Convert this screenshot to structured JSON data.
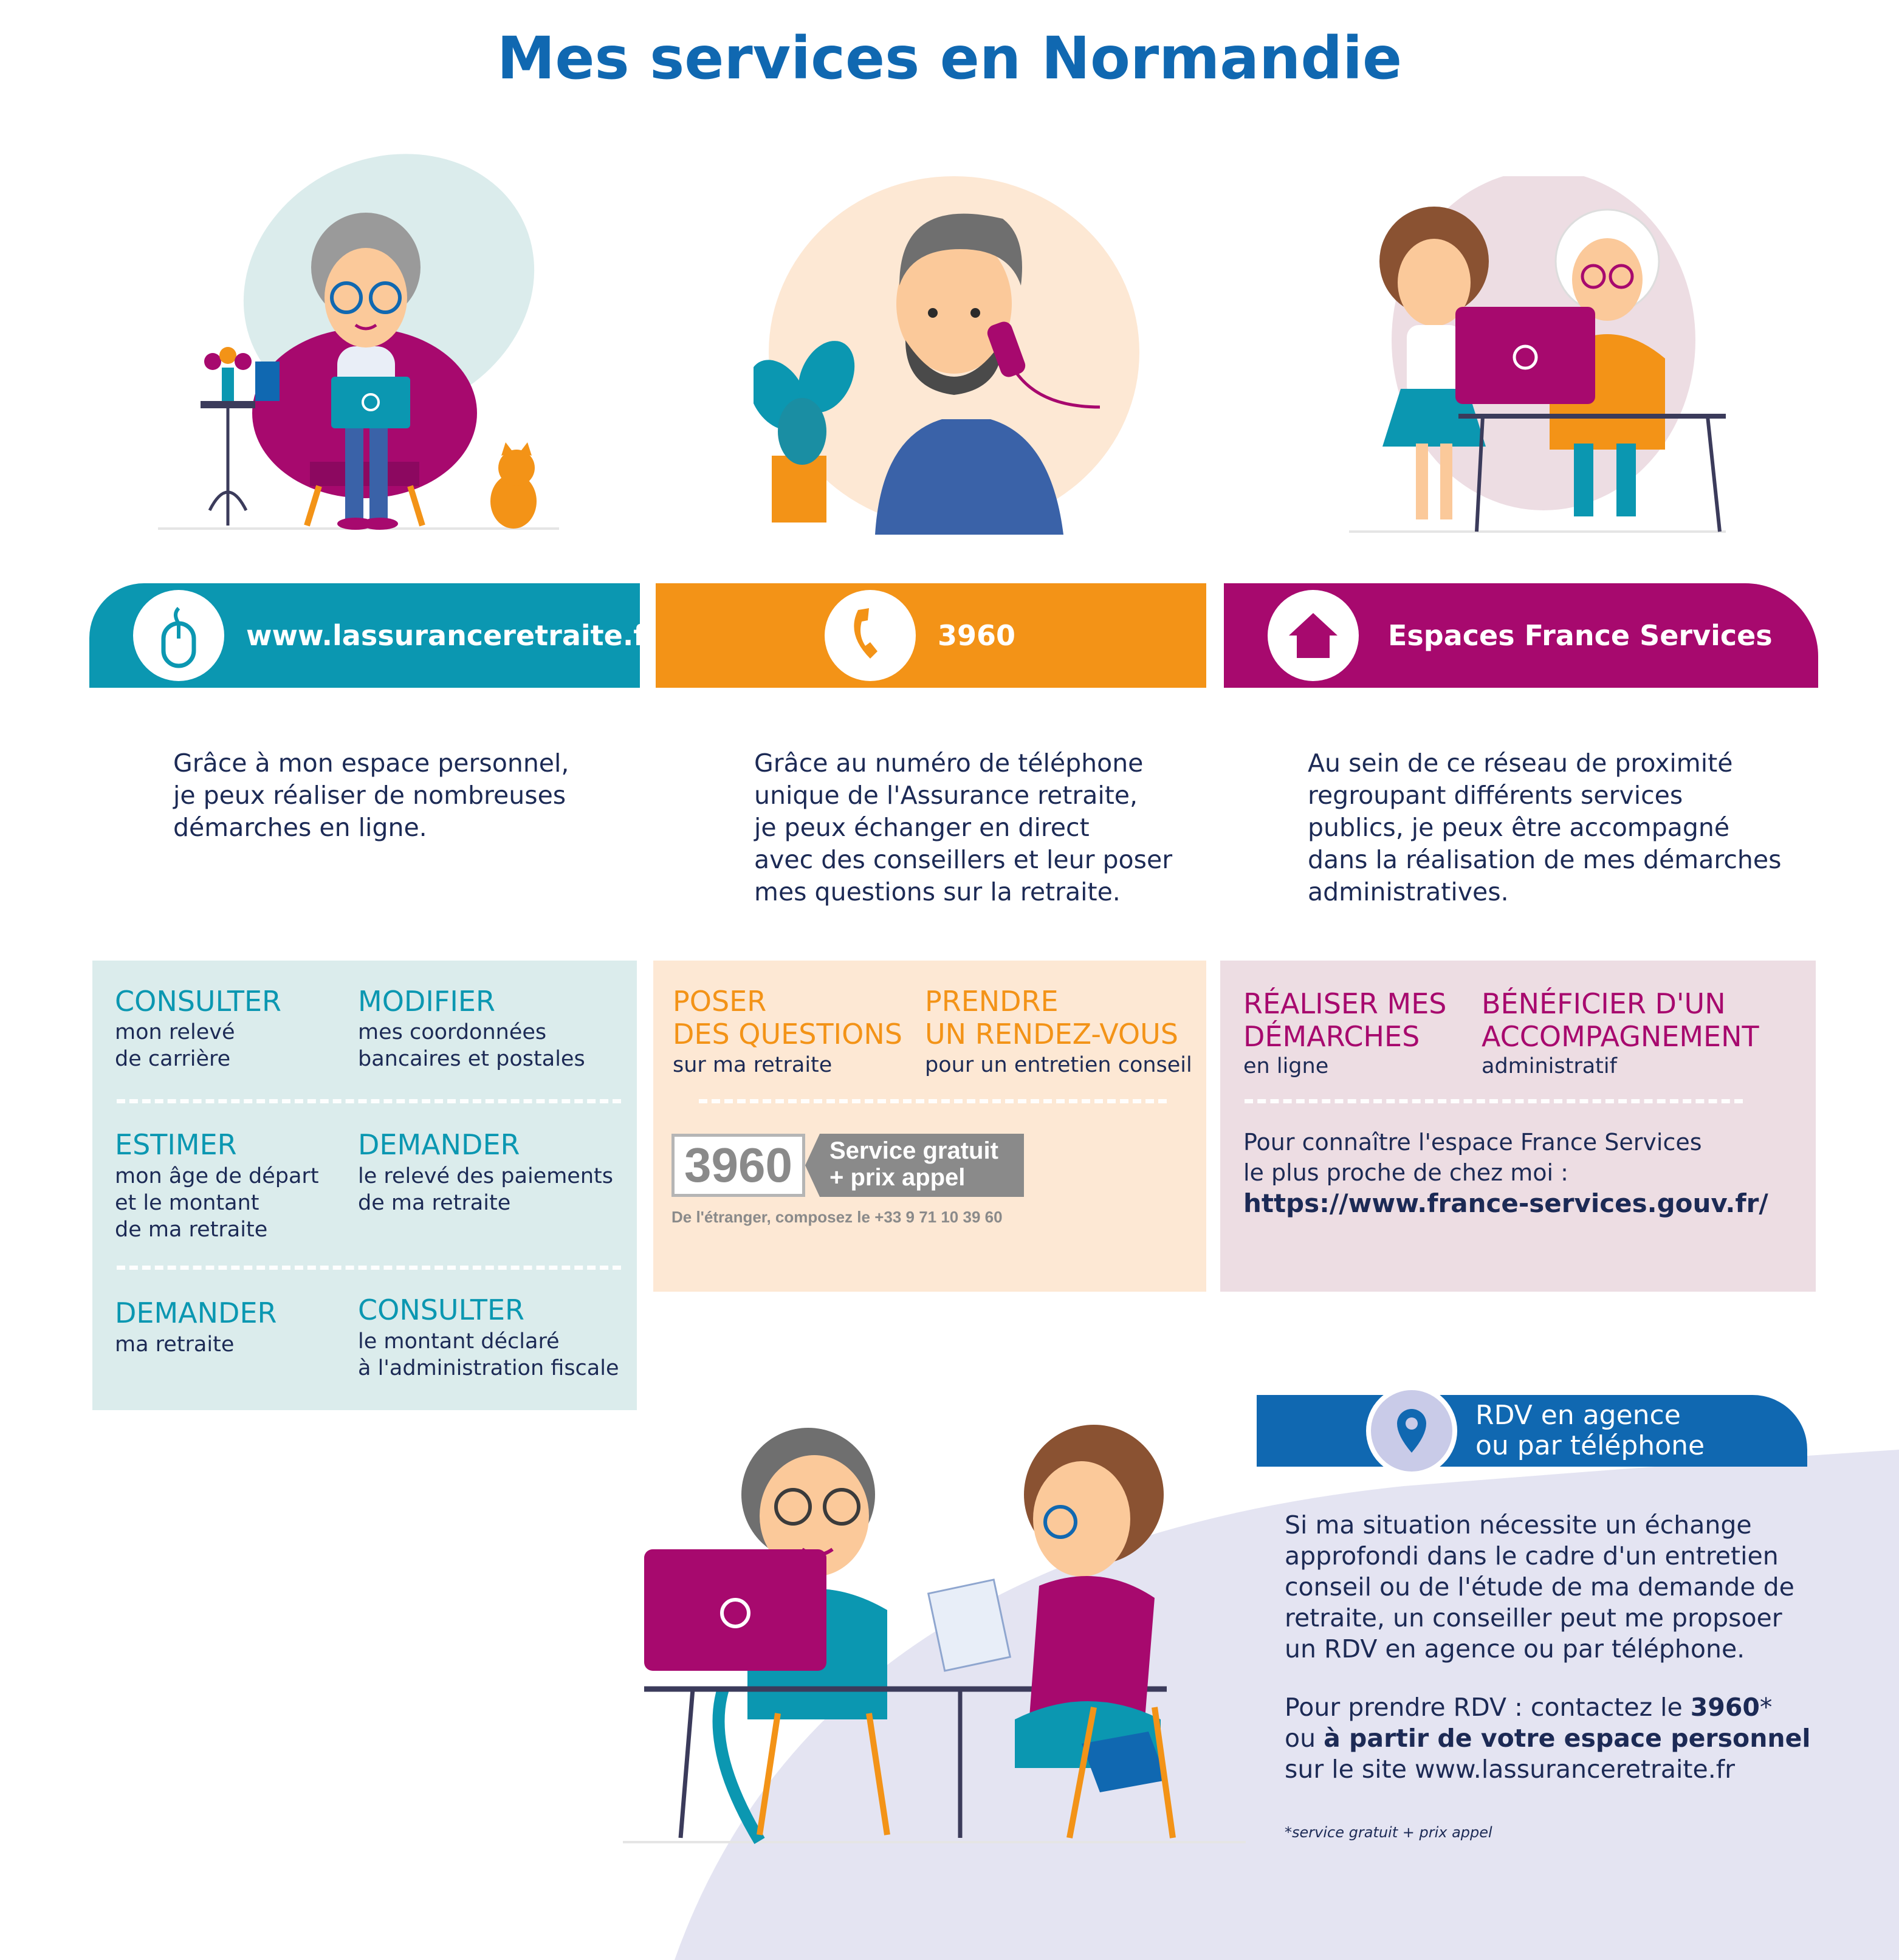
{
  "title": "Mes services en Normandie",
  "colors": {
    "teal": "#0b97b1",
    "orange": "#f39317",
    "magenta": "#a7096e",
    "blue": "#1068b1",
    "light_teal": "#dbecec",
    "light_orange": "#fde8d4",
    "light_pink": "#eddde3",
    "light_lilac": "#e4e4f2"
  },
  "columns": [
    {
      "id": "web",
      "header": "www.lassuranceretraite.fr",
      "icon": "mouse-icon",
      "intro": "Grâce à mon espace personnel,\nje peux réaliser de nombreuses\ndémarches en ligne.",
      "actions": [
        {
          "title": "CONSULTER",
          "sub": "mon relevé\nde carrière"
        },
        {
          "title": "MODIFIER",
          "sub": "mes coordonnées\nbancaires et postales"
        },
        {
          "title": "ESTIMER",
          "sub": "mon âge de départ\net le montant\nde ma retraite"
        },
        {
          "title": "DEMANDER",
          "sub": "le relevé des paiements\nde ma retraite"
        },
        {
          "title": "DEMANDER",
          "sub": "ma retraite"
        },
        {
          "title": "CONSULTER",
          "sub": "le montant déclaré\nà l'administration fiscale"
        }
      ]
    },
    {
      "id": "phone",
      "header": "3960",
      "icon": "phone-icon",
      "intro": "Grâce au numéro de téléphone\nunique de l'Assurance retraite,\nje peux échanger en direct\navec des conseillers et leur poser\nmes questions sur la retraite.",
      "actions": [
        {
          "title": "POSER\nDES QUESTIONS",
          "sub": "sur ma retraite"
        },
        {
          "title": "PRENDRE\nUN RENDEZ-VOUS",
          "sub": "pour un entretien conseil"
        }
      ],
      "badge": {
        "number": "3960",
        "tag": "Service gratuit\n+ prix appel",
        "foot": "De l'étranger, composez le +33 9 71 10 39 60"
      }
    },
    {
      "id": "france-services",
      "header": "Espaces France Services",
      "icon": "house-icon",
      "intro": "Au sein de ce réseau de proximité\nregroupant différents services\npublics, je peux être accompagné\ndans la réalisation de mes démarches\nadministratives.",
      "actions": [
        {
          "title": "RÉALISER MES\nDÉMARCHES",
          "sub": "en ligne"
        },
        {
          "title": "BÉNÉFICIER D'UN\nACCOMPAGNEMENT",
          "sub": "administratif"
        }
      ],
      "info": "Pour connaître  l'espace France Services\nle plus proche de chez moi :",
      "link": "https://www.france-services.gouv.fr/"
    }
  ],
  "rdv": {
    "header": "RDV en agence\nou par téléphone",
    "icon": "location-pin-icon",
    "text": "Si ma situation nécessite un échange approfondi dans le cadre d'un entretien conseil ou de l'étude de ma demande de retraite, un conseiller peut me propsoer un RDV en agence ou par téléphone.",
    "contact_prefix": "Pour prendre RDV : contactez le ",
    "contact_number": "3960",
    "contact_star": "*",
    "contact_or": "ou ",
    "contact_bold": "à partir de votre espace personnel",
    "contact_suffix": "sur le site www.lassuranceretraite.fr",
    "footnote": "*service gratuit + prix appel"
  }
}
